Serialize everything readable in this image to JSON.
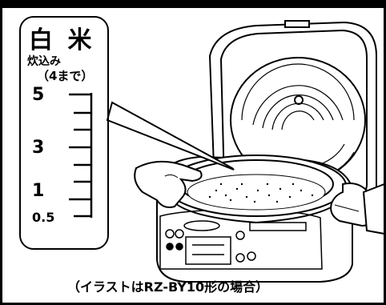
{
  "label": {
    "title": "白 米",
    "subtitle": "炊込み",
    "note": "（4まで）"
  },
  "scale": {
    "ticks": [
      "5",
      "3",
      "1",
      "0.5"
    ]
  },
  "caption": "（イラストはRZ-BY10形の場合）"
}
